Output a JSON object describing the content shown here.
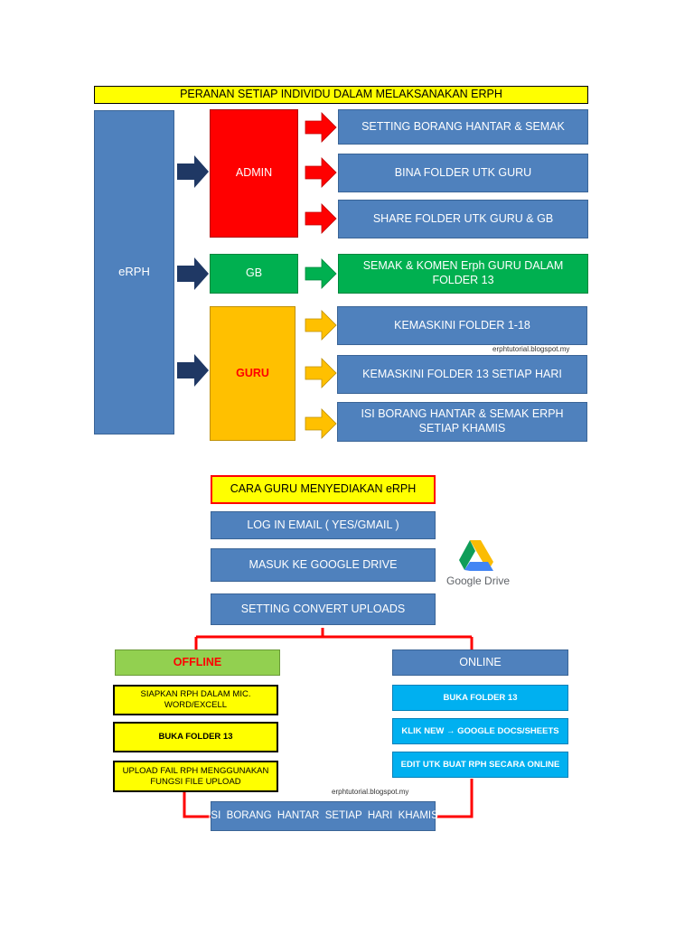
{
  "top": {
    "title": "PERANAN SETIAP INDIVIDU DALAM MELAKSANAKAN ERPH",
    "root": "eRPH",
    "roles": {
      "admin": "ADMIN",
      "gb": "GB",
      "guru": "GURU"
    },
    "admin_tasks": [
      "SETTING BORANG HANTAR & SEMAK",
      "BINA FOLDER UTK GURU",
      "SHARE  FOLDER UTK GURU & GB"
    ],
    "gb_tasks": [
      "SEMAK & KOMEN Erph GURU DALAM FOLDER 13"
    ],
    "guru_tasks": [
      "KEMASKINI FOLDER 1-18",
      "KEMASKINI FOLDER 13 SETIAP HARI",
      "ISI BORANG HANTAR & SEMAK ERPH SETIAP KHAMIS"
    ],
    "watermark": "erphtutorial.blogspot.my"
  },
  "bottom": {
    "title": "CARA GURU MENYEDIAKAN eRPH",
    "steps": [
      "LOG IN EMAIL ( YES/GMAIL )",
      "MASUK KE GOOGLE DRIVE",
      "SETTING CONVERT UPLOADS"
    ],
    "drive_label": "Google Drive",
    "offline": {
      "label": "OFFLINE",
      "items": [
        "SIAPKAN RPH DALAM MIC. WORD/EXCELL",
        "BUKA FOLDER 13",
        "UPLOAD FAIL RPH MENGGUNAKAN FUNGSI FILE UPLOAD"
      ]
    },
    "online": {
      "label": "ONLINE",
      "items": [
        "BUKA FOLDER 13",
        "KLIK NEW → GOOGLE DOCS/SHEETS",
        "EDIT UTK BUAT RPH SECARA ONLINE"
      ]
    },
    "final": "ISI  BORANG  HANTAR  SETIAP  HARI  KHAMIS",
    "watermark": "erphtutorial.blogspot.my"
  },
  "colors": {
    "blue": "#4f81bd",
    "red": "#ff0000",
    "green": "#00b050",
    "amber": "#ffc000",
    "navy": "#1f3864",
    "yellow": "#ffff00",
    "light_green": "#92d050",
    "cyan": "#00b0f0"
  }
}
